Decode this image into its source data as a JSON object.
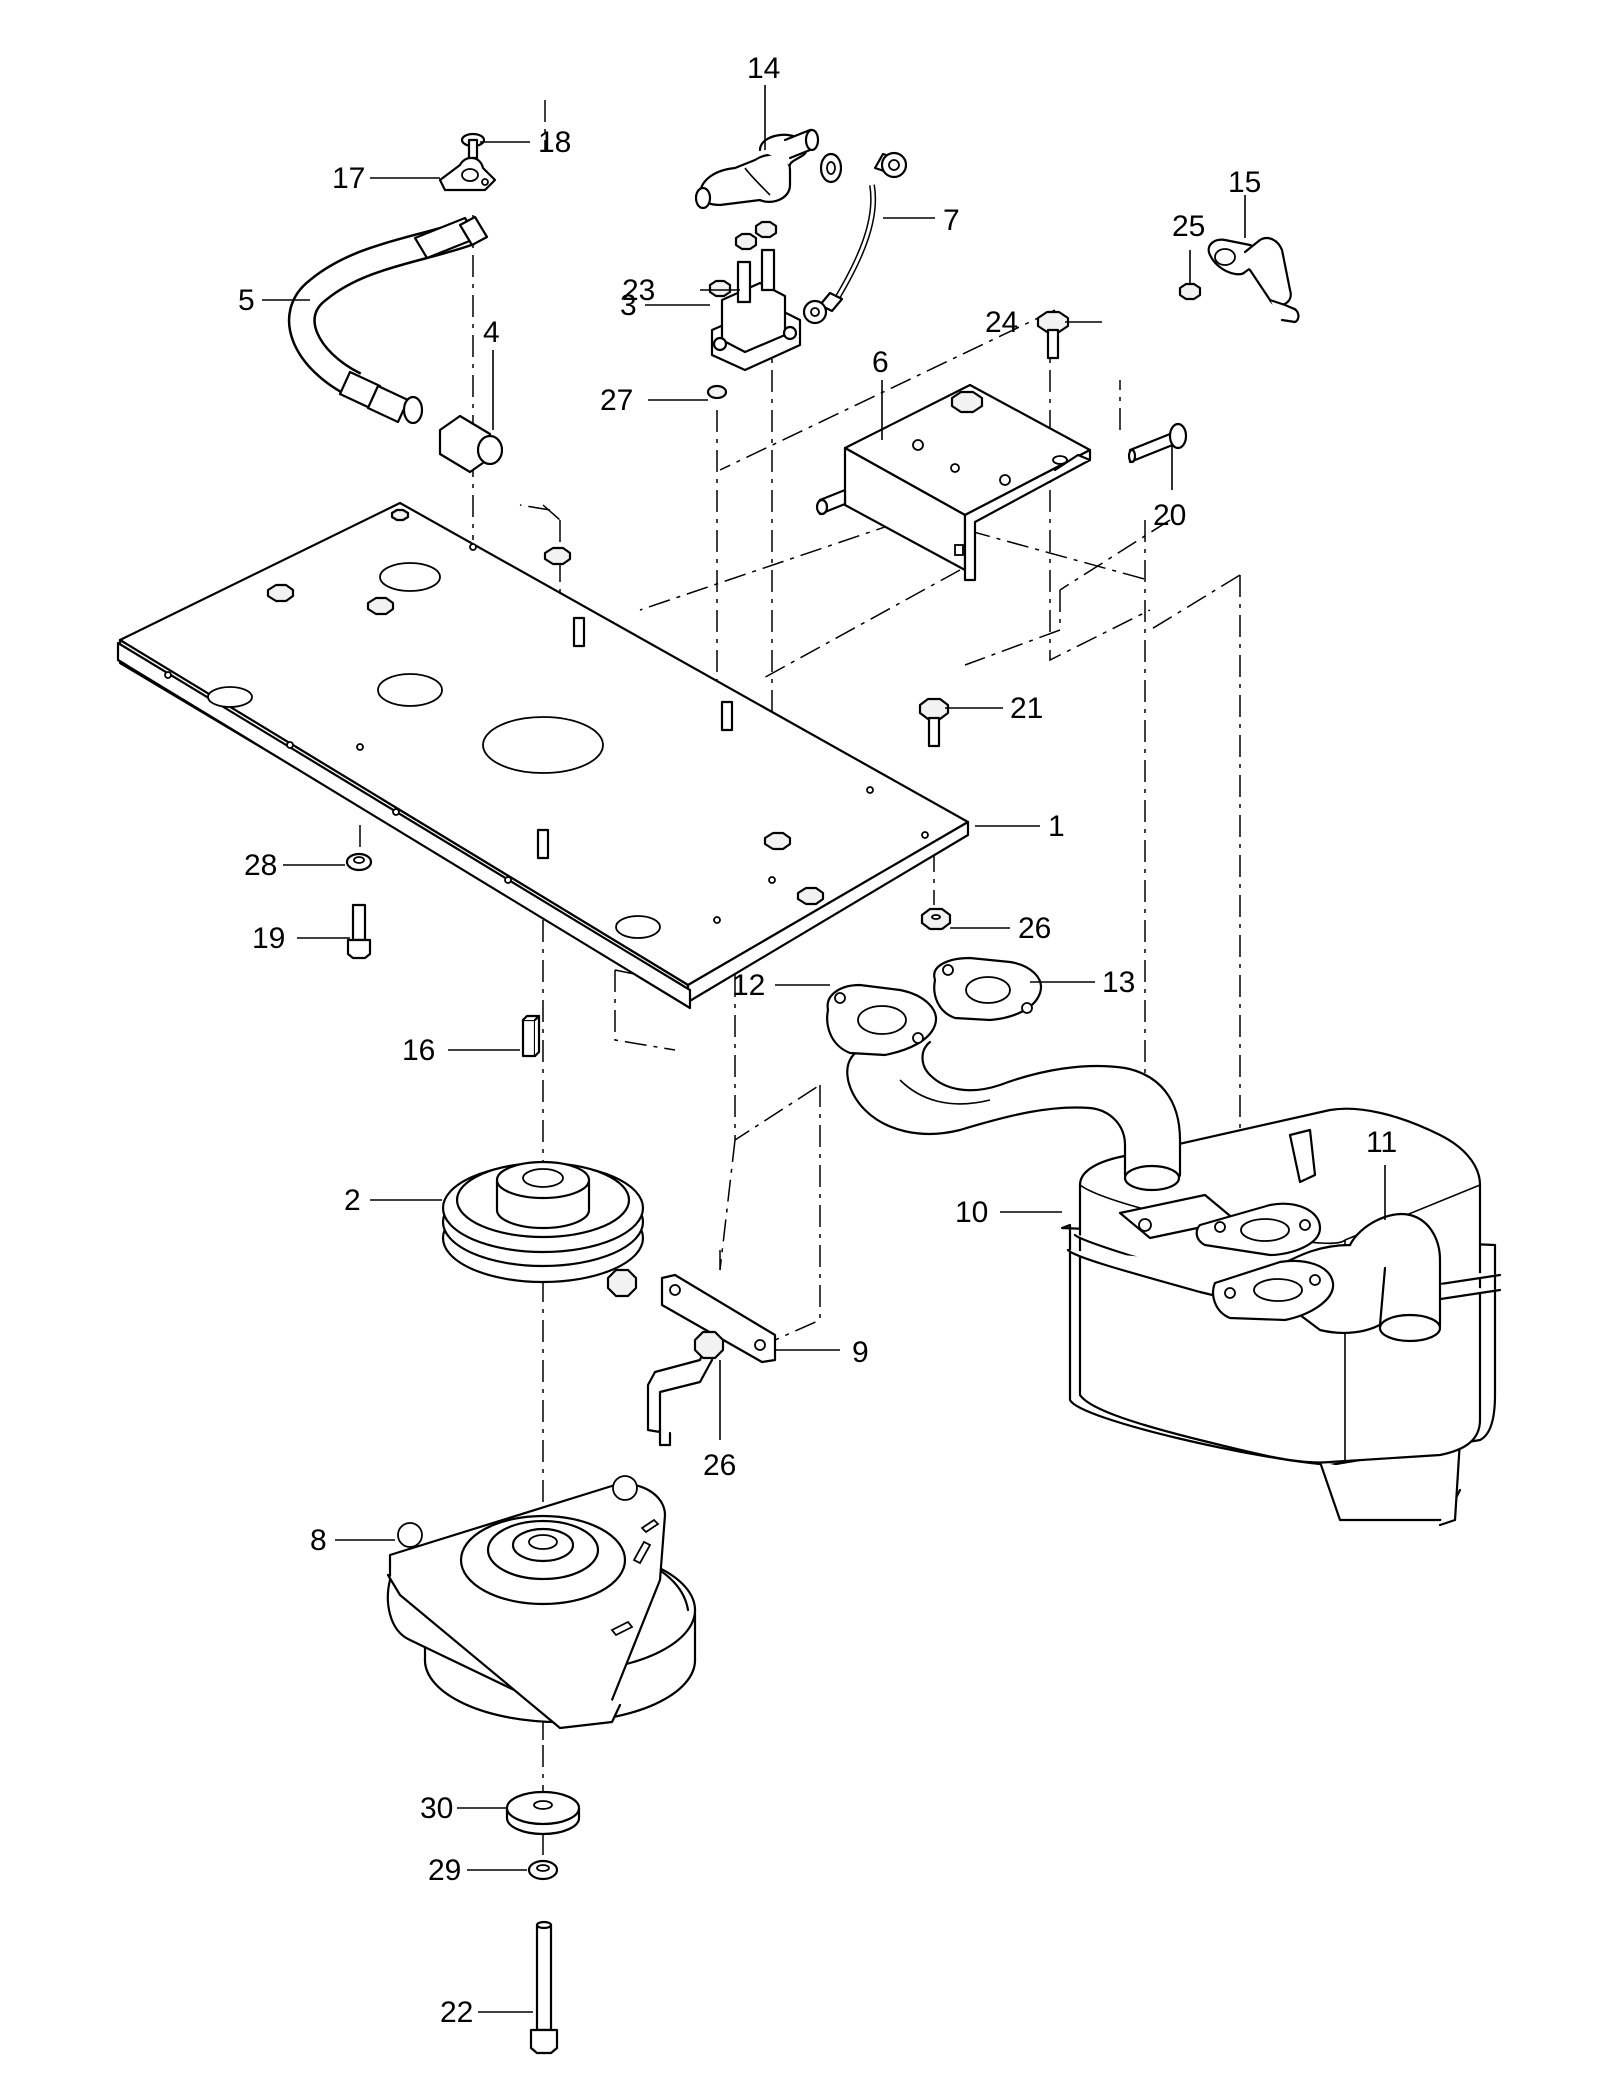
{
  "callouts": [
    {
      "id": "c1",
      "text": "1"
    },
    {
      "id": "c2",
      "text": "2"
    },
    {
      "id": "c3",
      "text": "3"
    },
    {
      "id": "c4",
      "text": "4"
    },
    {
      "id": "c5",
      "text": "5"
    },
    {
      "id": "c6",
      "text": "6"
    },
    {
      "id": "c7",
      "text": "7"
    },
    {
      "id": "c8",
      "text": "8"
    },
    {
      "id": "c9",
      "text": "9"
    },
    {
      "id": "c10",
      "text": "10"
    },
    {
      "id": "c11",
      "text": "11"
    },
    {
      "id": "c12",
      "text": "12"
    },
    {
      "id": "c13",
      "text": "13"
    },
    {
      "id": "c14",
      "text": "14"
    },
    {
      "id": "c15",
      "text": "15"
    },
    {
      "id": "c16",
      "text": "16"
    },
    {
      "id": "c17",
      "text": "17"
    },
    {
      "id": "c18",
      "text": "18"
    },
    {
      "id": "c19",
      "text": "19"
    },
    {
      "id": "c20",
      "text": "20"
    },
    {
      "id": "c21",
      "text": "21"
    },
    {
      "id": "c22",
      "text": "22"
    },
    {
      "id": "c23",
      "text": "23"
    },
    {
      "id": "c24",
      "text": "24"
    },
    {
      "id": "c25",
      "text": "25"
    },
    {
      "id": "c26a",
      "text": "26"
    },
    {
      "id": "c26b",
      "text": "26"
    },
    {
      "id": "c27",
      "text": "27"
    },
    {
      "id": "c28",
      "text": "28"
    },
    {
      "id": "c29",
      "text": "29"
    },
    {
      "id": "c30",
      "text": "30"
    }
  ]
}
